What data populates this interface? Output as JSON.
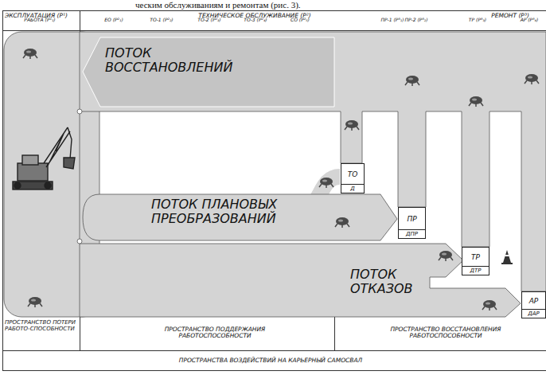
{
  "diagram": {
    "nodes": [
      {
        "text": [
          "ТО",
          "Д"
        ]
      },
      {
        "text": [
          "ПР",
          "ДПР"
        ]
      },
      {
        "text": [
          "ТР",
          "ДТР"
        ]
      },
      {
        "text": [
          "АР",
          "ДАР"
        ]
      }
    ],
    "labels": [
      "ческим обслуживаниям и ремонтам (рис. 3).",
      "ЭКСПЛУАТАЦИЯ (Р¹)",
      "ТЕХНИЧЕСКОЕ ОБСЛУЖИВАНИЕ (Р²)",
      "РЕМОНТ (Р³)",
      "РАБОТА (Р¹₁)",
      "ЕО (Р²₁)",
      "ТО-1 (Р²₂)",
      "ТО-2 (Р²₃)",
      "ТО-3 (Р²₄)",
      "СО (Р²₅)",
      "ПР-1 (Р³₁)",
      "ПР-2 (Р³₂)",
      "ТР (Р³₃)",
      "АР (Р³₄)",
      "ПОТОК ВОССТАНОВЛЕНИЙ",
      "ПОТОК ПЛАНОВЫХ ПРЕОБРАЗОВАНИЙ",
      "ПОТОК ОТКАЗОВ",
      "ПРОСТРАНСТВО ПОТЕРИ РАБОТО-СПОСОБНОСТИ",
      "ПРОСТРАНСТВО ПОДДЕРЖАНИЯ РАБОТОСПОСОБНОСТИ",
      "ПРОСТРАНСТВО ВОССТАНОВЛЕНИЯ РАБОТОСПОСОБНОСТИ",
      "ПРОСТРАНСТВА ВОЗДЕЙСТВИЙ НА КАРЬЕРНЫЙ САМОСВАЛ"
    ]
  }
}
